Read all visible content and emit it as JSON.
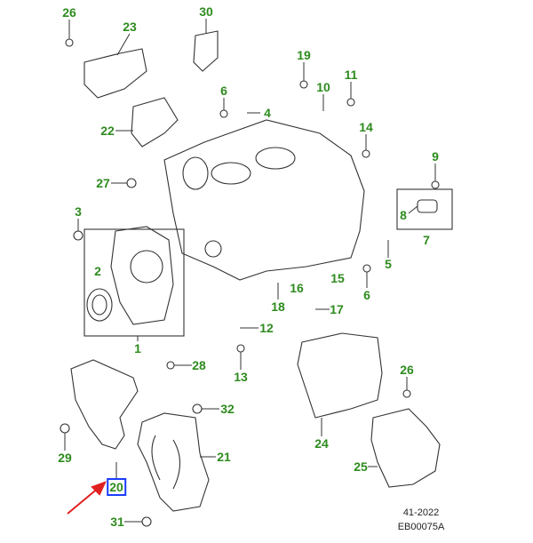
{
  "diagram": {
    "callouts": [
      "26",
      "23",
      "30",
      "19",
      "11",
      "6",
      "4",
      "10",
      "14",
      "22",
      "9",
      "27",
      "3",
      "8",
      "2",
      "7",
      "5",
      "6",
      "16",
      "15",
      "18",
      "17",
      "1",
      "12",
      "28",
      "13",
      "26",
      "32",
      "24",
      "29",
      "21",
      "20",
      "25",
      "31"
    ],
    "highlighted_callout": "20",
    "reference": {
      "date_code": "41-2022",
      "illustration_id": "EB00075A"
    },
    "colors": {
      "callout_text": "#2e8b1e",
      "highlight_box": "#1a3cff",
      "pointer_arrow": "#e02020",
      "line_art": "#333333"
    }
  }
}
